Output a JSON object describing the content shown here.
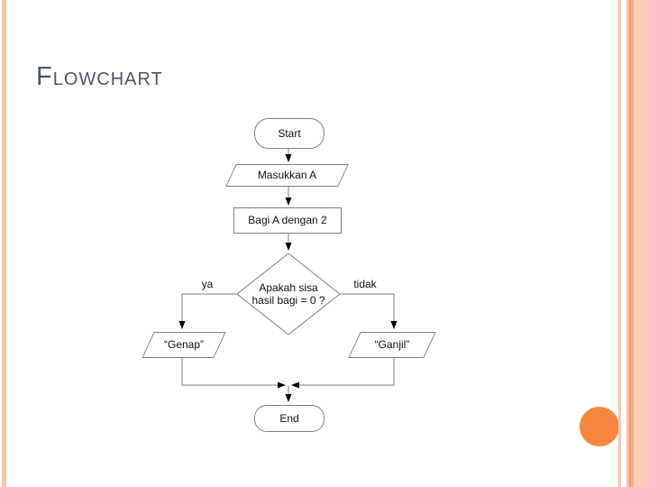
{
  "title": {
    "text": "Flowchart"
  },
  "flowchart": {
    "nodes": {
      "start": {
        "type": "terminator",
        "label": "Start"
      },
      "input": {
        "type": "input-output",
        "label": "Masukkan A"
      },
      "process": {
        "type": "process",
        "label": "Bagi A dengan 2"
      },
      "decision": {
        "type": "decision",
        "line1": "Apakah sisa",
        "line2": "hasil bagi = 0 ?"
      },
      "even": {
        "type": "input-output",
        "label": "“Genap”"
      },
      "odd": {
        "type": "input-output",
        "label": "“Ganjil”"
      },
      "end": {
        "type": "terminator",
        "label": "End"
      }
    },
    "branch_labels": {
      "yes": "ya",
      "no": "tidak"
    }
  },
  "colors": {
    "title_text": "#4d5666",
    "shape_border": "#808080",
    "connector_line": "#7f7f7f",
    "arrowhead": "#000000",
    "side_stripe_peach": "#f5c3ab",
    "accent_circle_orange": "#f6873f"
  }
}
